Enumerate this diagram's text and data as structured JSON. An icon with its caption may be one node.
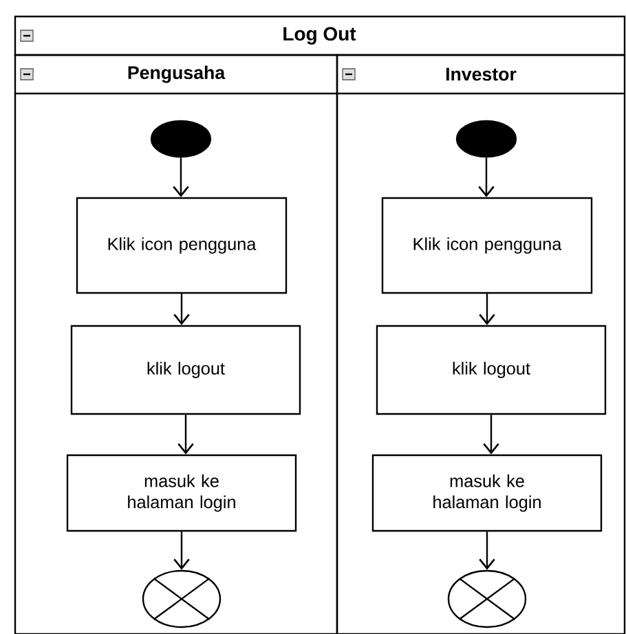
{
  "diagram": {
    "title": "Log Out",
    "nodes": [
      {
        "text": [
          "Pengusaha"
        ]
      },
      {
        "text": [
          "Investor"
        ]
      },
      {
        "text": [],
        "shape": "circle",
        "in": 0
      },
      {
        "text": [
          "Klik icon pengguna"
        ],
        "in": 0
      },
      {
        "text": [
          "klik logout"
        ],
        "in": 0
      },
      {
        "text": [
          "masuk ke halaman login"
        ],
        "in": 0
      },
      {
        "text": [],
        "shape": "circle",
        "in": 0
      },
      {
        "text": [],
        "shape": "circle",
        "in": 1
      },
      {
        "text": [
          "Klik icon pengguna"
        ],
        "in": 1
      },
      {
        "text": [
          "klik logout"
        ],
        "in": 1
      },
      {
        "text": [
          "masuk ke halaman login"
        ],
        "in": 1
      },
      {
        "text": [],
        "shape": "circle",
        "in": 1
      }
    ],
    "edges": [
      {
        "from": 2,
        "to": 3,
        "arrow": "to"
      },
      {
        "from": 3,
        "to": 4,
        "arrow": "to"
      },
      {
        "from": 4,
        "to": 5,
        "arrow": "to"
      },
      {
        "from": 5,
        "to": 6,
        "arrow": "to"
      },
      {
        "from": 7,
        "to": 8,
        "arrow": "to"
      },
      {
        "from": 8,
        "to": 9,
        "arrow": "to"
      },
      {
        "from": 9,
        "to": 10,
        "arrow": "to"
      },
      {
        "from": 10,
        "to": 11,
        "arrow": "to"
      }
    ]
  }
}
